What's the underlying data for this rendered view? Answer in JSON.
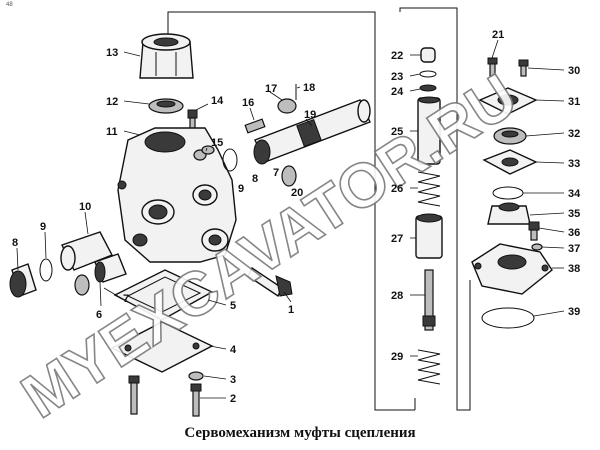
{
  "corner_mark": "48",
  "caption": "Сервомеханизм муфты  сцепления",
  "watermark": "MYEXCAVATOR.RU",
  "part_numbers": {
    "p1": "1",
    "p2": "2",
    "p3": "3",
    "p4": "4",
    "p5": "5",
    "p6": "6",
    "p7": "7",
    "p8": "8",
    "p9": "9",
    "p10": "10",
    "p11": "11",
    "p12": "12",
    "p13": "13",
    "p14": "14",
    "p15": "15",
    "p16": "16",
    "p17": "17",
    "p18": "18",
    "p19": "19",
    "p20": "20",
    "p21": "21",
    "p22": "22",
    "p23": "23",
    "p24": "24",
    "p25": "25",
    "p26": "26",
    "p27": "27",
    "p28": "28",
    "p29": "29",
    "p30": "30",
    "p31": "31",
    "p32": "32",
    "p33": "33",
    "p34": "34",
    "p35": "35",
    "p36": "36",
    "p37": "37",
    "p38": "38",
    "p39": "39"
  }
}
